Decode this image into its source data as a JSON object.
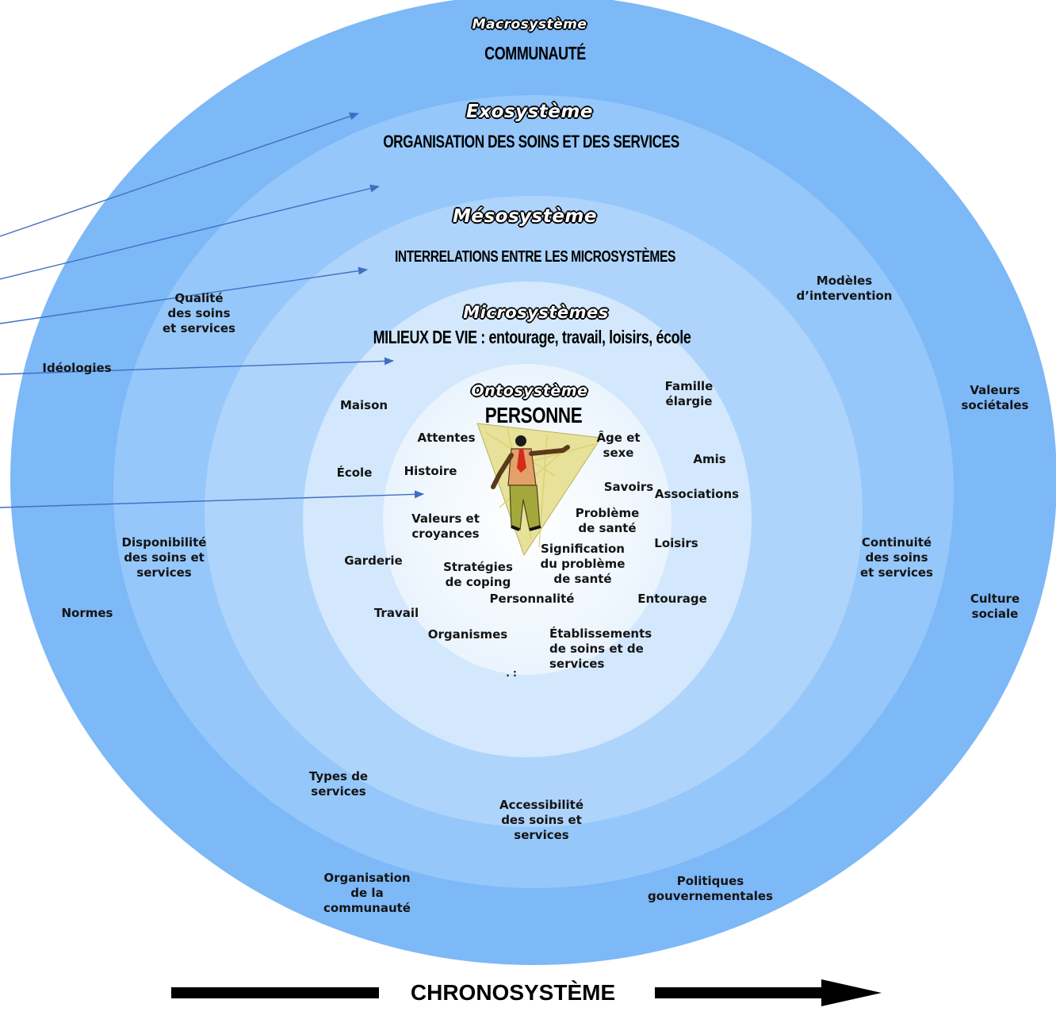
{
  "colors": {
    "macro": "#7db8f7",
    "exo": "#95c7fa",
    "meso": "#aed4fb",
    "micro": "#d3e8fc",
    "onto": "#f2f8fd",
    "arrow": "#3f6fc2",
    "figure_triangle": "#e8e19a"
  },
  "systems": {
    "macro": {
      "name": "Macrosystème",
      "subtitle": "COMMUNAUTÉ"
    },
    "exo": {
      "name": "Exosystème",
      "subtitle": "ORGANISATION DES SOINS ET DES SERVICES"
    },
    "meso": {
      "name": "Mésosystème",
      "subtitle": "INTERRELATIONS ENTRE LES MICROSYSTÈMES"
    },
    "micro": {
      "name": "Microsystèmes",
      "subtitle": "MILIEUX DE VIE : entourage, travail, loisirs, école"
    },
    "onto": {
      "name": "Ontosystème",
      "subtitle": "PERSONNE"
    }
  },
  "labels": {
    "qualite": "Qualité\ndes soins\net services",
    "ideologies": "Idéologies",
    "disponibilite": "Disponibilité\ndes soins et\nservices",
    "normes": "Normes",
    "types": "Types de\nservices",
    "accessibilite": "Accessibilité\ndes soins et\nservices",
    "organisation": "Organisation\nde la\ncommunauté",
    "politiques": "Politiques\ngouvernementales",
    "modeles": "Modèles\nd’intervention",
    "valeurs_soc": "Valeurs\nsociétales",
    "continuite": "Continuité\ndes soins\net services",
    "culture": "Culture\nsociale",
    "maison": "Maison",
    "ecole": "École",
    "garderie": "Garderie",
    "travail": "Travail",
    "organismes": "Organismes",
    "etablissements": "Établissements\nde soins et de\nservices",
    "famille": "Famille\nélargie",
    "amis": "Amis",
    "associations": "Associations",
    "loisirs": "Loisirs",
    "entourage": "Entourage",
    "attentes": "Attentes",
    "histoire": "Histoire",
    "valeurs_croy": "Valeurs et\ncroyances",
    "strategies": "Stratégies\nde coping",
    "personnalite": "Personnalité",
    "age": "Âge et\nsexe",
    "savoirs": "Savoirs",
    "probleme": "Problème\nde santé",
    "signification": "Signification\ndu problème\nde santé",
    "dots": ". :"
  },
  "chronosysteme": "CHRONOSYSTÈME"
}
